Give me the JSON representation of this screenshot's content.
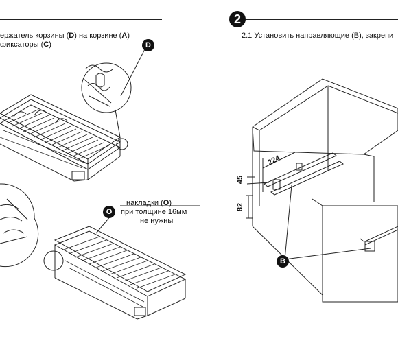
{
  "left": {
    "instruction_line1_pre": "ержатель корзины (",
    "instruction_line1_d": "D",
    "instruction_line1_mid": ") на корзине (",
    "instruction_line1_a": "A",
    "instruction_line1_end": ")",
    "instruction_line2_pre": "фиксаторы (",
    "instruction_line2_c": "C",
    "instruction_line2_end": ")",
    "callout_d": "D",
    "callout_o": "O",
    "note_line1_pre": "накладки (",
    "note_line1_o": "O",
    "note_line1_end": ")",
    "note_line2": "при толщине 16мм",
    "note_line3": "не нужны"
  },
  "right": {
    "step_number": "2",
    "instruction": "2.1 Установить направляющие (B), закрепи",
    "dim_224": "224",
    "dim_45": "45",
    "dim_82": "82",
    "callout_b": "B"
  }
}
